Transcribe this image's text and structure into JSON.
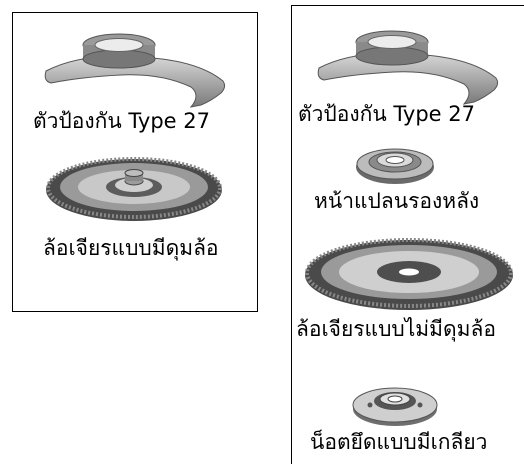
{
  "left_panel": {
    "guard_label": "ตัวป้องกัน Type 27",
    "wheel_label": "ล้อเจียรแบบมีดุมล้อ"
  },
  "right_panel": {
    "guard_label": "ตัวป้องกัน Type 27",
    "backing_flange_label": "หน้าแปลนรองหลัง",
    "wheel_label": "ล้อเจียรแบบไม่มีดุมล้อ",
    "nut_label": "น็อตยึดแบบมีเกลียว"
  },
  "colors": {
    "metal_dark": "#5a5a5a",
    "metal_mid": "#8c8c8c",
    "metal_light": "#c8c8c8",
    "metal_highlight": "#e6e6e6"
  }
}
